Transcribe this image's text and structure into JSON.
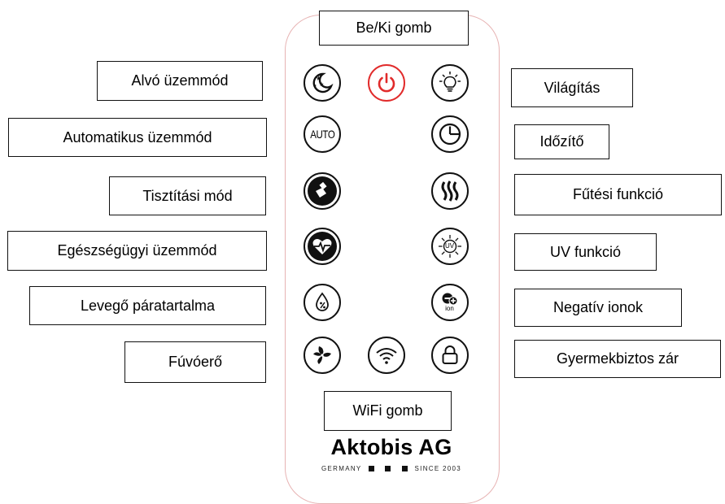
{
  "labels": {
    "power": "Be/Ki gomb",
    "sleep": "Alvó üzemmód",
    "light": "Világítás",
    "auto": "Automatikus üzemmód",
    "timer": "Időzítő",
    "clean": "Tisztítási mód",
    "heat": "Fűtési funkció",
    "health": "Egészségügyi üzemmód",
    "uv": "UV funkció",
    "humidity": "Levegő páratartalma",
    "ion": "Negatív ionok",
    "fan": "Fúvóerő",
    "lock": "Gyermekbiztos zár",
    "wifi": "WiFi gomb"
  },
  "buttons": {
    "auto_text": "AUTO",
    "uv_text": "UV",
    "ion_text": "ion"
  },
  "brand": {
    "name": "Aktobis AG",
    "tag_left": "GERMANY",
    "tag_right": "SINCE 2003"
  },
  "colors": {
    "power_accent": "#e12b2b",
    "remote_outline": "#e7b3b3"
  }
}
